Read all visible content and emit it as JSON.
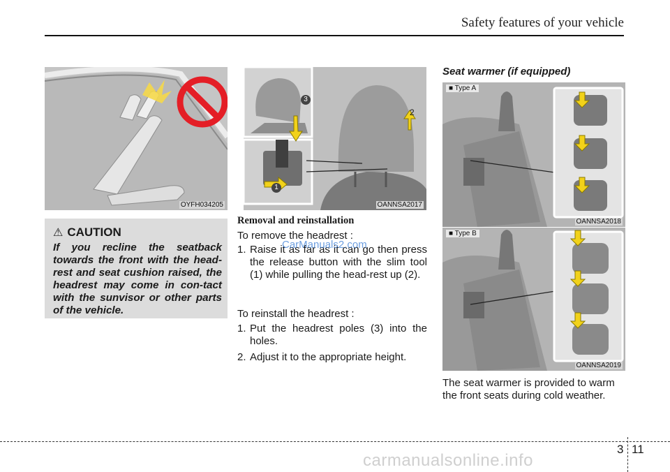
{
  "header": {
    "title": "Safety features of your vehicle"
  },
  "figures": {
    "fig1": {
      "code": "OYFH034205",
      "prohibited_icon": "prohibition-icon"
    },
    "fig2": {
      "code": "OANNSA2017",
      "callouts": [
        "3",
        "2",
        "1"
      ]
    },
    "fig3": {
      "type_label": "■ Type A",
      "code": "OANNSA2018"
    },
    "fig4": {
      "type_label": "■ Type B",
      "code": "OANNSA2019"
    }
  },
  "caution": {
    "title": "CAUTION",
    "body": "If you recline the seatback towards the front with the head-rest and seat cushion raised, the headrest may come in con-tact with the sunvisor or other parts of the vehicle."
  },
  "removal": {
    "heading": "Removal and reinstallation",
    "remove_intro": "To remove the headrest :",
    "remove_steps": [
      {
        "num": "1.",
        "text": "Raise it as far as it can go then press the release button with the slim tool (1) while pulling the head-rest up (2)."
      }
    ],
    "reinstall_intro": "To reinstall the headrest :",
    "reinstall_steps": [
      {
        "num": "1.",
        "text": "Put the headrest poles (3) into the holes."
      },
      {
        "num": "2.",
        "text": "Adjust it to the appropriate height."
      }
    ]
  },
  "seat_warmer": {
    "title": "Seat warmer (if equipped)",
    "body": "The seat warmer is provided to warm the front seats during cold weather."
  },
  "footer": {
    "chapter": "3",
    "page": "11"
  },
  "watermark": "CarManuals2.com",
  "bottom_watermark": "carmanualsonline.info",
  "colors": {
    "figure_bg": "#c9c9c9",
    "caution_bg": "#dcdcdc",
    "arrow_yellow": "#f2d21a",
    "prohibit_red": "#e41e26",
    "watermark_blue": "#3d7fd6"
  }
}
